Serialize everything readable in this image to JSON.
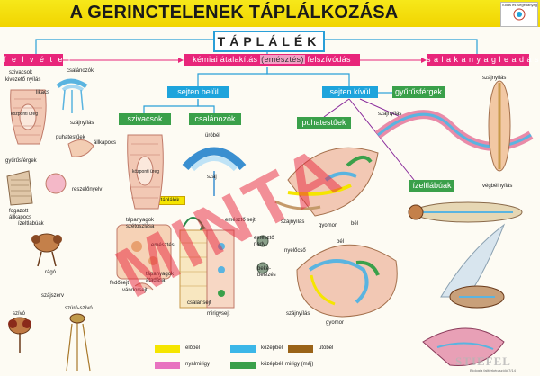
{
  "title": "A GERINCTELENEK TÁPLÁLKOZÁSA",
  "logo_text": "Tudás és Segédanyag",
  "main_box": "TÁPLÁLÉK",
  "stage_boxes": {
    "felvetel": "f e l v é t e l",
    "kemiai_before": "kémiai átalakítás",
    "emesztes": "(emésztés)",
    "felszivodas": "felszívódás",
    "salakanyag": "s a l a k a n y a g   l e a d á s a"
  },
  "sub_boxes": {
    "sejten_belul": "sejten belül",
    "sejten_kivul": "sejten kívül",
    "szivacsok": "szivacsok",
    "csalanozok": "csalánozók",
    "gyurusfergek": "gyűrűsférgek",
    "puhatestuek": "puhatestűek",
    "izeltlabuak": "ízeltlábúak",
    "tapsalek": "táplálék"
  },
  "labels": {
    "szivacsok": "szivacsok",
    "kivezeto_nyilas": "kivezető nyílás",
    "csalanozok": "csalánozók",
    "likacs": "likacs",
    "kozponti_ureg": "központi üreg",
    "szajnyilas_1": "szájnyílás",
    "puhatestuek": "puhatestűek",
    "allkapocs": "állkapocs",
    "gyurusfergek": "gyűrűsférgek",
    "reszelonyelv": "reszelőnyelv",
    "fogazott_allkapocs": "fogazott állkapocs",
    "izeltlabuak": "ízeltlábúak",
    "rago": "rágó",
    "szajszerv": "szájszerv",
    "szivo": "szívó",
    "szuro_szivo": "szúró-szívó",
    "urbel": "üröbél",
    "kozponti_ureg_2": "központi üreg",
    "szaj": "száj",
    "tapanyagok_szetoszlase": "tápanyagok szétoszlása",
    "emeszto_sejt": "emésztő sejt",
    "emesztes": "emésztés",
    "emeszto_nedv": "emésztő nedv",
    "beke_belezes": "beke-belezés",
    "fedosejt": "fedősejt",
    "vandorsejt": "vándorsejt",
    "tapanyagok_atadasa": "tápanyagok átadása",
    "csalansejt": "csalánsejt",
    "mirigysejt": "mirigysejt",
    "szajnyilas_2": "szájnyílás",
    "szajnyilas_3": "szájnyílás",
    "gyomor_1": "gyomor",
    "bel_1": "bél",
    "bel_2": "bél",
    "nyelocso": "nyelőcső",
    "szajnyilas_4": "szájnyílás",
    "gyomor_2": "gyomor",
    "szajnyilas_5": "szájnyílás",
    "vegbelnyilas": "végbélnyílás"
  },
  "legend": [
    {
      "label": "előbél",
      "color": "#f5e500"
    },
    {
      "label": "középbél",
      "color": "#3cb7e8"
    },
    {
      "label": "utóbél",
      "color": "#9a6318"
    },
    {
      "label": "nyálmirigy",
      "color": "#e873c0"
    },
    {
      "label": "középbéli mirigy (máj)",
      "color": "#3aa04a"
    }
  ],
  "watermark": "MINTA",
  "brand": "STIEFEL",
  "code": "Biologia falitérkép/szóló 7/14",
  "colors": {
    "accent_blue": "#1ea4dc",
    "accent_pink": "#e8257a",
    "accent_green": "#3aa04a",
    "title_yellow": "#f3db00",
    "watermark_red": "#e8243c"
  }
}
